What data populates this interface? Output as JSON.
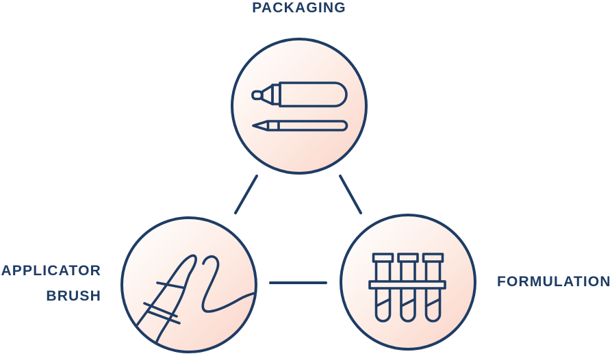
{
  "diagram": {
    "title": null,
    "nodes": [
      {
        "id": "packaging",
        "label": "PACKAGING",
        "icon": "cosmetic-tube-and-liner-pencil-icon",
        "position": "top"
      },
      {
        "id": "applicator-brush",
        "label": "APPLICATOR BRUSH",
        "label_lines": [
          "APPLICATOR",
          "BRUSH"
        ],
        "icon": "applicator-brush-stroke-icon",
        "position": "bottom-left"
      },
      {
        "id": "formulation",
        "label": "FORMULATION",
        "icon": "test-tube-rack-icon",
        "position": "bottom-right"
      }
    ],
    "connections": [
      {
        "from": "packaging",
        "to": "applicator-brush"
      },
      {
        "from": "packaging",
        "to": "formulation"
      },
      {
        "from": "applicator-brush",
        "to": "formulation"
      }
    ]
  },
  "theme": {
    "navy": "#1e3c64",
    "fill_start": "#ffffff",
    "fill_mid": "#fdeae2",
    "fill_end": "#fad3c7",
    "rack_fill": "#fdf1ec",
    "bg": "#ffffff"
  }
}
